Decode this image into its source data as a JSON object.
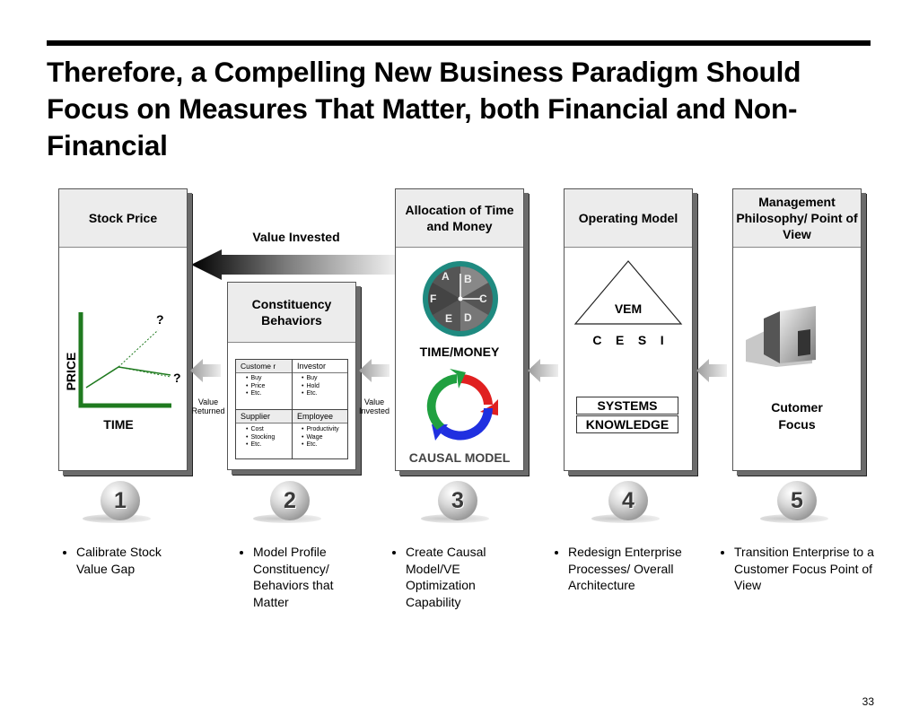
{
  "title": "Therefore, a Compelling New Business Paradigm Should Focus on Measures That Matter, both Financial and Non-Financial",
  "panels": {
    "stock": {
      "header": "Stock Price",
      "ylabel": "PRICE",
      "xlabel": "TIME",
      "q1": "?",
      "q2": "?"
    },
    "value_invested_top": "Value Invested",
    "value_returned": "Value Returned",
    "value_invested_small": "Value Invested",
    "constituency": {
      "header": "Constituency Behaviors",
      "customer": "Custome r",
      "investor": "Investor",
      "supplier": "Supplier",
      "employee": "Employee",
      "customer_items": [
        "Buy",
        "Price",
        "Etc."
      ],
      "investor_items": [
        "Buy",
        "Hold",
        "Etc."
      ],
      "supplier_items": [
        "Cost",
        "Stocking",
        "Etc."
      ],
      "employee_items": [
        "Productivity",
        "Wage",
        "Etc."
      ]
    },
    "allocation": {
      "header": "Allocation of Time and Money",
      "time_money": "TIME/MONEY",
      "causal_model": "CAUSAL MODEL",
      "clock_letters": [
        "A",
        "B",
        "C",
        "D",
        "E",
        "F"
      ]
    },
    "operating": {
      "header": "Operating Model",
      "vem": "VEM",
      "cesi": "C    E    S    I",
      "systems": "SYSTEMS",
      "knowledge": "KNOWLEDGE"
    },
    "management": {
      "header": "Management Philosophy/ Point of View",
      "focus": "Cutomer Focus"
    }
  },
  "steps": [
    {
      "number": "1",
      "text": "Calibrate Stock Value Gap"
    },
    {
      "number": "2",
      "text": "Model Profile Constituency/ Behaviors that Matter"
    },
    {
      "number": "3",
      "text": "Create Causal Model/VE Optimization Capability"
    },
    {
      "number": "4",
      "text": "Redesign Enterprise Processes/ Overall Architecture"
    },
    {
      "number": "5",
      "text": "Transition Enterprise to a Customer Focus Point of View"
    }
  ],
  "page_number": "33",
  "colors": {
    "chart_line": "#1f7a1f",
    "clock_face": "#555555",
    "clock_ring": "#1f8a80",
    "cycle_red": "#e02020",
    "cycle_blue": "#2030e0",
    "cycle_green": "#20a040"
  }
}
